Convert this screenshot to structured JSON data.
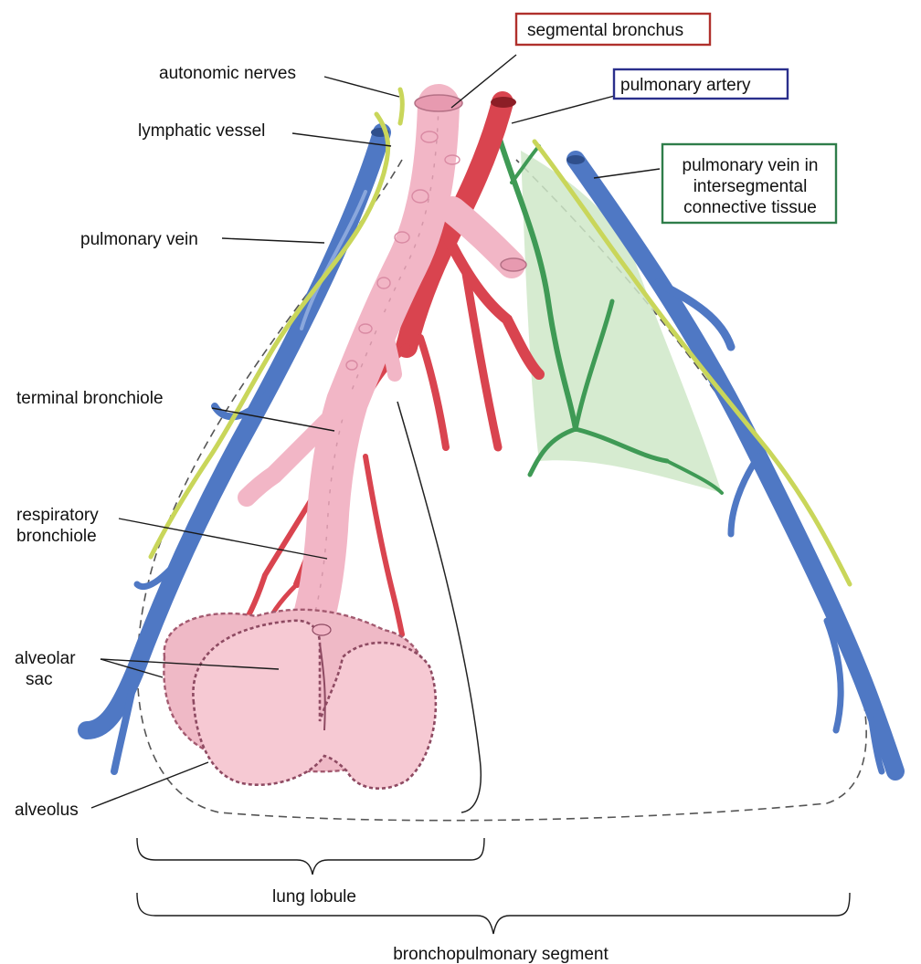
{
  "labels": {
    "segmental_bronchus": "segmental bronchus",
    "autonomic_nerves": "autonomic nerves",
    "pulmonary_artery": "pulmonary artery",
    "lymphatic_vessel": "lymphatic vessel",
    "pulmonary_vein_intersegmental_l1": "pulmonary vein in",
    "pulmonary_vein_intersegmental_l2": "intersegmental",
    "pulmonary_vein_intersegmental_l3": "connective tissue",
    "pulmonary_vein": "pulmonary vein",
    "terminal_bronchiole": "terminal bronchiole",
    "respiratory_bronchiole_l1": "respiratory",
    "respiratory_bronchiole_l2": "bronchiole",
    "alveolar_sac_l1": "alveolar",
    "alveolar_sac_l2": "sac",
    "alveolus": "alveolus",
    "lung_lobule": "lung lobule",
    "bronchopulmonary_segment": "bronchopulmonary segment"
  },
  "colors": {
    "bronchus_pink": "#f2b6c6",
    "bronchus_stroke": "#c98a9c",
    "artery_red": "#d9444f",
    "vein_blue": "#4f78c4",
    "lymphatic_green": "#3f9a55",
    "connective_green": "#cfe8c8",
    "nerve_yellow": "#c9d65a",
    "box_red": "#b0302c",
    "box_blue": "#2a2f8c",
    "box_green": "#2f7d4a"
  },
  "icons": {
    "brace": "curly-brace-icon"
  }
}
